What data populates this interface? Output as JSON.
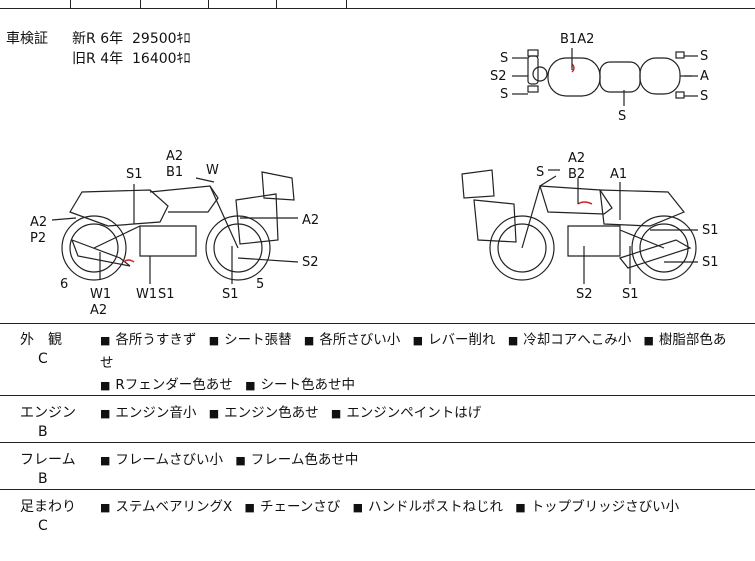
{
  "registration": {
    "label": "車検証",
    "new": {
      "type": "新R",
      "year": "6年",
      "weight": "29500ｷﾛ"
    },
    "old": {
      "type": "旧R",
      "year": "4年",
      "weight": "16400ｷﾛ"
    }
  },
  "diagram_labels": {
    "top_view": [
      "S",
      "S2",
      "S",
      "B1A2",
      "S",
      "A",
      "S",
      "S"
    ],
    "left_side": [
      "A2",
      "B1",
      "W",
      "S1",
      "A2",
      "P2",
      "A2",
      "6",
      "W1",
      "A2",
      "W1",
      "S1",
      "S1",
      "5",
      "S2"
    ],
    "right_side": [
      "S",
      "A2",
      "B2",
      "A1",
      "S1",
      "S1",
      "S2",
      "S1"
    ]
  },
  "rows": [
    {
      "name": "外　観",
      "grade": "C",
      "lines": [
        [
          "各所うすきず",
          "シート張替",
          "各所さびい小",
          "レバー削れ",
          "冷却コアへこみ小",
          "樹脂部色あせ"
        ],
        [
          "Rフェンダー色あせ",
          "シート色あせ中"
        ]
      ]
    },
    {
      "name": "エンジン",
      "grade": "B",
      "lines": [
        [
          "エンジン音小",
          "エンジン色あせ",
          "エンジンペイントはげ"
        ]
      ]
    },
    {
      "name": "フレーム",
      "grade": "B",
      "lines": [
        [
          "フレームさびい小",
          "フレーム色あせ中"
        ]
      ]
    },
    {
      "name": "足まわり",
      "grade": "C",
      "lines": [
        [
          "ステムベアリングX",
          "チェーンさび",
          "ハンドルポストねじれ",
          "トップブリッジさびい小"
        ]
      ]
    }
  ],
  "bullet_glyph": "■"
}
